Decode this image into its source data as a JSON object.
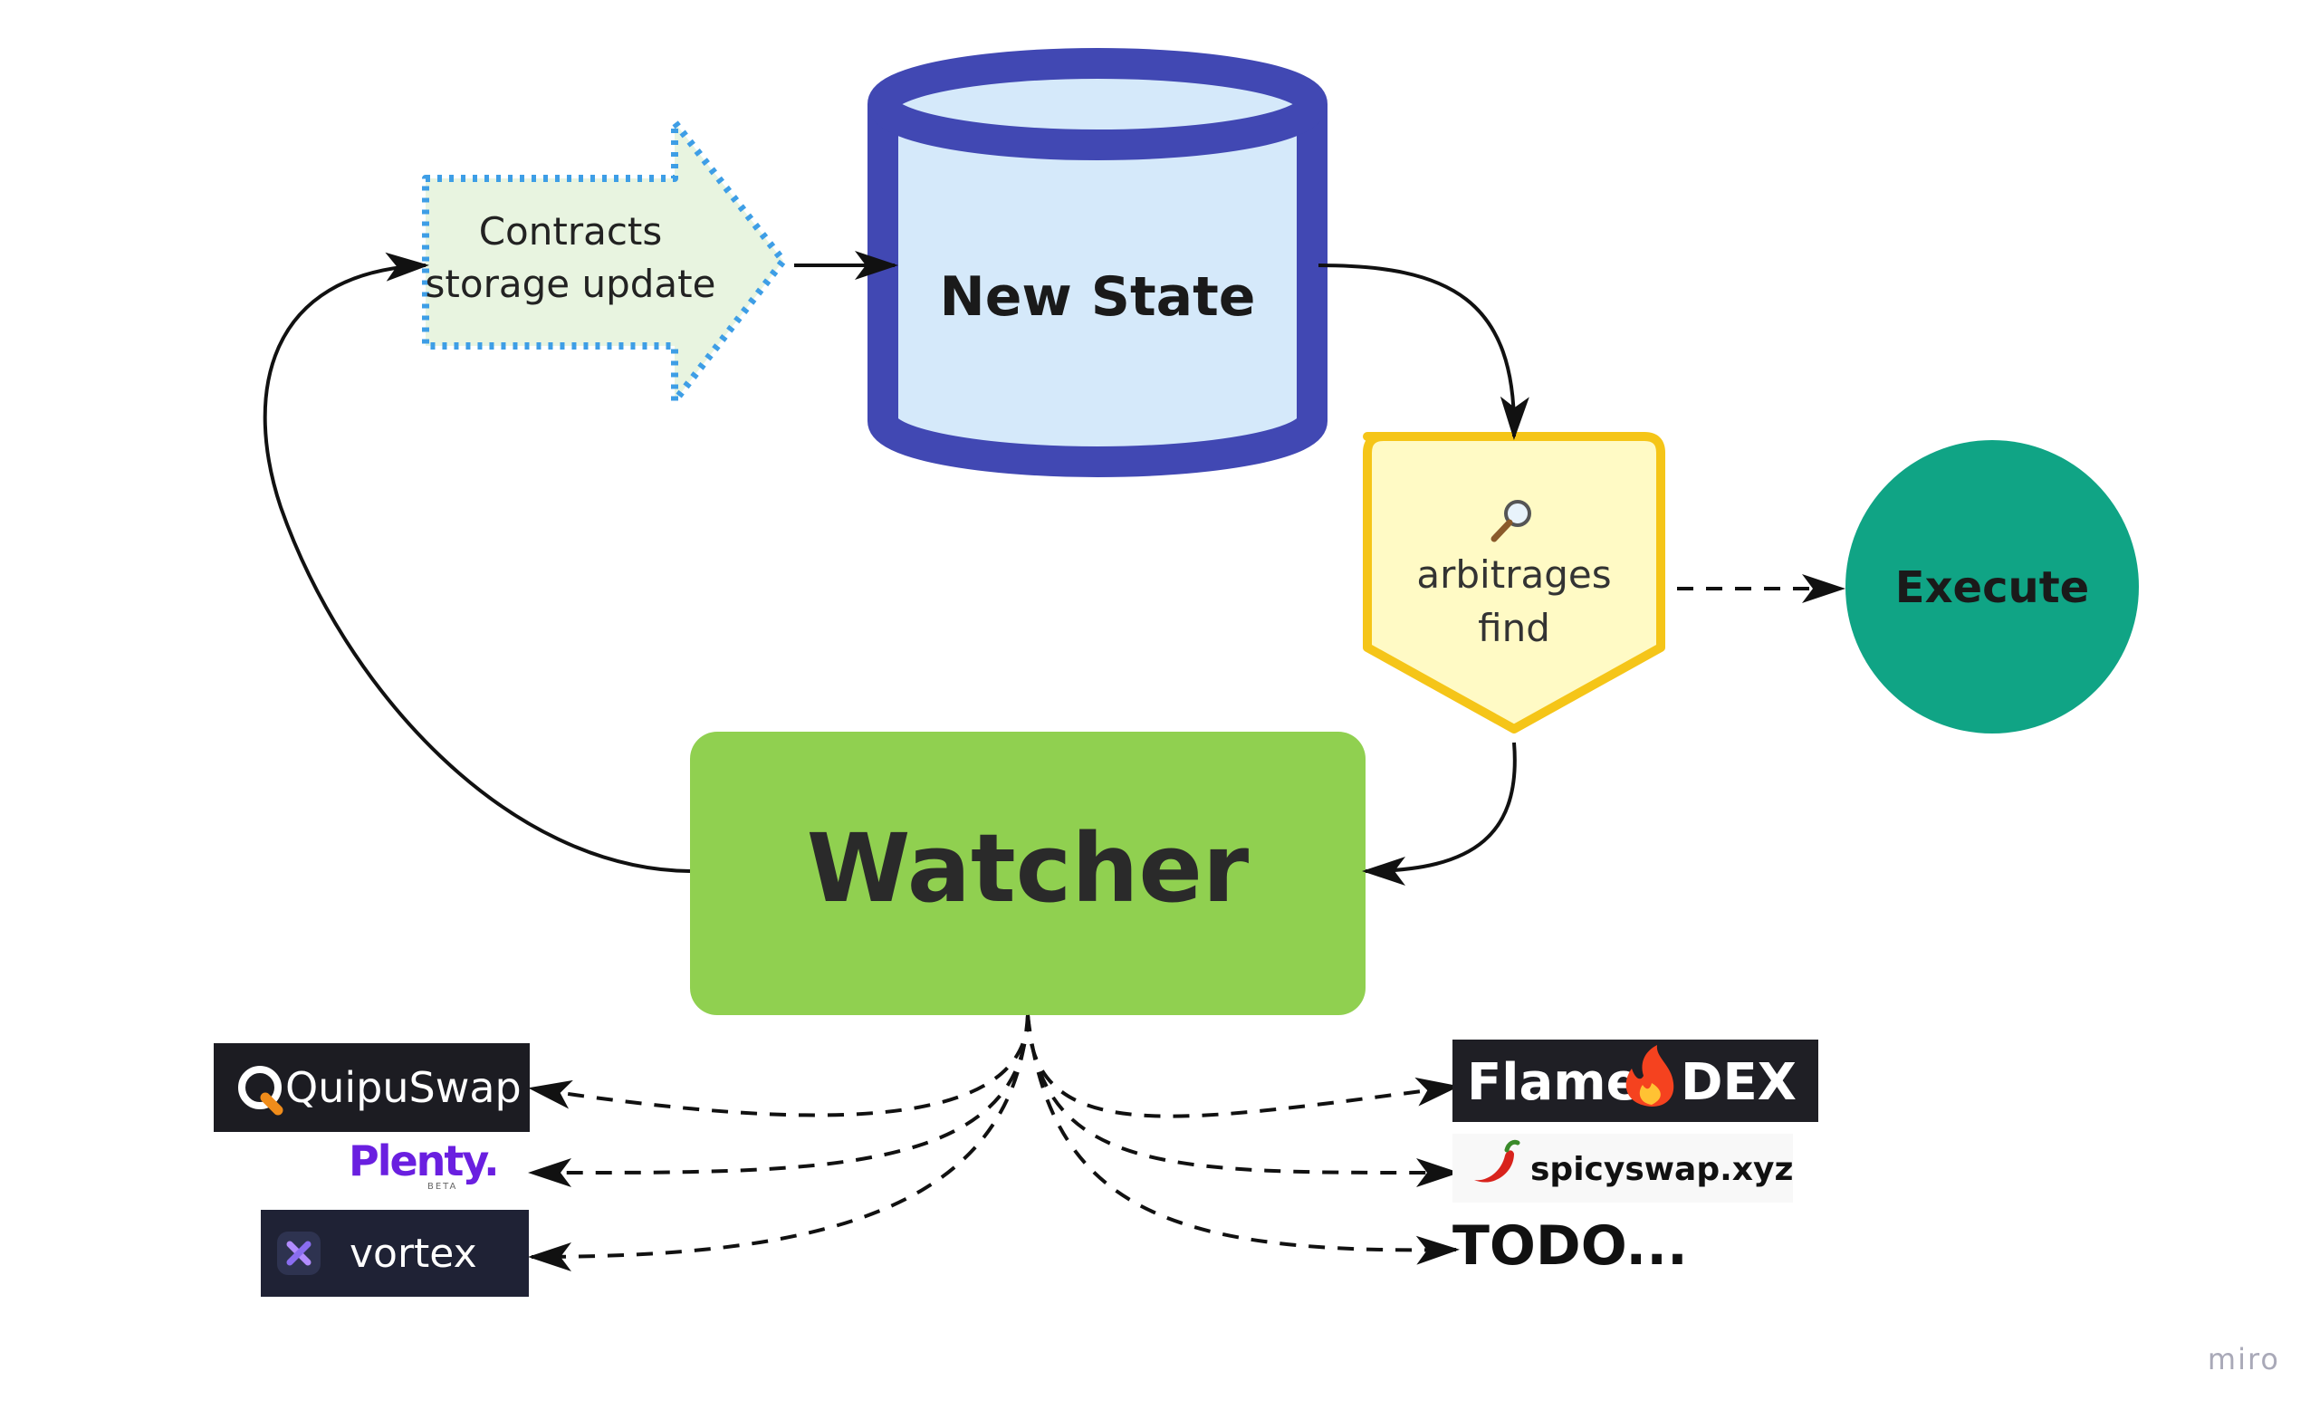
{
  "nodes": {
    "contracts": {
      "line1": "Contracts",
      "line2": "storage update"
    },
    "new_state": {
      "label": "New State"
    },
    "arbitrages": {
      "line1": "arbitrages",
      "line2": "find"
    },
    "execute": {
      "label": "Execute"
    },
    "watcher": {
      "label": "Watcher"
    }
  },
  "dexes": {
    "quipuswap": "QuipuSwap",
    "plenty": "Plenty.",
    "plenty_badge": "BETA",
    "vortex": "vortex",
    "flame_left": "Flame",
    "flame_right": "DEX",
    "spicyswap": "spicyswap.xyz",
    "todo": "TODO..."
  },
  "watermark": "miro",
  "colors": {
    "db_stroke": "#4148b3",
    "db_fill": "#d5e9fa",
    "arbitrage_stroke": "#f5c518",
    "arbitrage_fill": "#fffac5",
    "execute_fill": "#10a485",
    "watcher_fill": "#90d050",
    "contracts_stroke": "#3e9ee6",
    "contracts_fill": "#e8f4e0"
  }
}
